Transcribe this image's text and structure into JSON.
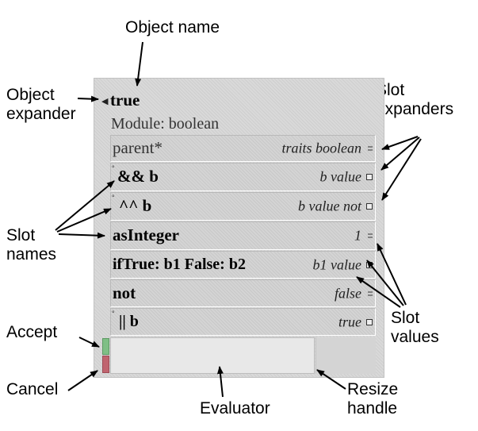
{
  "callouts": {
    "object_name": "Object name",
    "object_expander_1": "Object",
    "object_expander_2": "expander",
    "slot_expanders_1": "Slot",
    "slot_expanders_2": "expanders",
    "slot_names_1": "Slot",
    "slot_names_2": "names",
    "slot_values_1": "Slot",
    "slot_values_2": "values",
    "accept": "Accept",
    "cancel": "Cancel",
    "evaluator": "Evaluator",
    "resize_handle_1": "Resize",
    "resize_handle_2": "handle"
  },
  "outliner": {
    "expander_icon": "triangle-left-icon",
    "title": "true",
    "module": "Module: boolean",
    "slots": [
      {
        "name": "parent*",
        "value": "traits boolean",
        "style": "plain",
        "annotation": "",
        "expander": "flat"
      },
      {
        "name": "&& b",
        "value": "b value",
        "style": "bold",
        "annotation": "°",
        "expander": "box"
      },
      {
        "name": "^^ b",
        "value": "b value not",
        "style": "bold",
        "annotation": "°",
        "expander": "box"
      },
      {
        "name": "asInteger",
        "value": "1",
        "style": "bold",
        "annotation": "",
        "expander": "flat"
      },
      {
        "name": "ifTrue: b1 False: b2",
        "value": "b1 value",
        "style": "bold",
        "annotation": "",
        "expander": "box"
      },
      {
        "name": "not",
        "value": "false",
        "style": "bold",
        "annotation": "",
        "expander": "flat"
      },
      {
        "name": "|| b",
        "value": "true",
        "style": "bold",
        "annotation": "°",
        "expander": "box"
      }
    ]
  },
  "colors": {
    "accept": "#7fbf86",
    "cancel": "#c0646f",
    "panel": "#d9d9d9"
  }
}
